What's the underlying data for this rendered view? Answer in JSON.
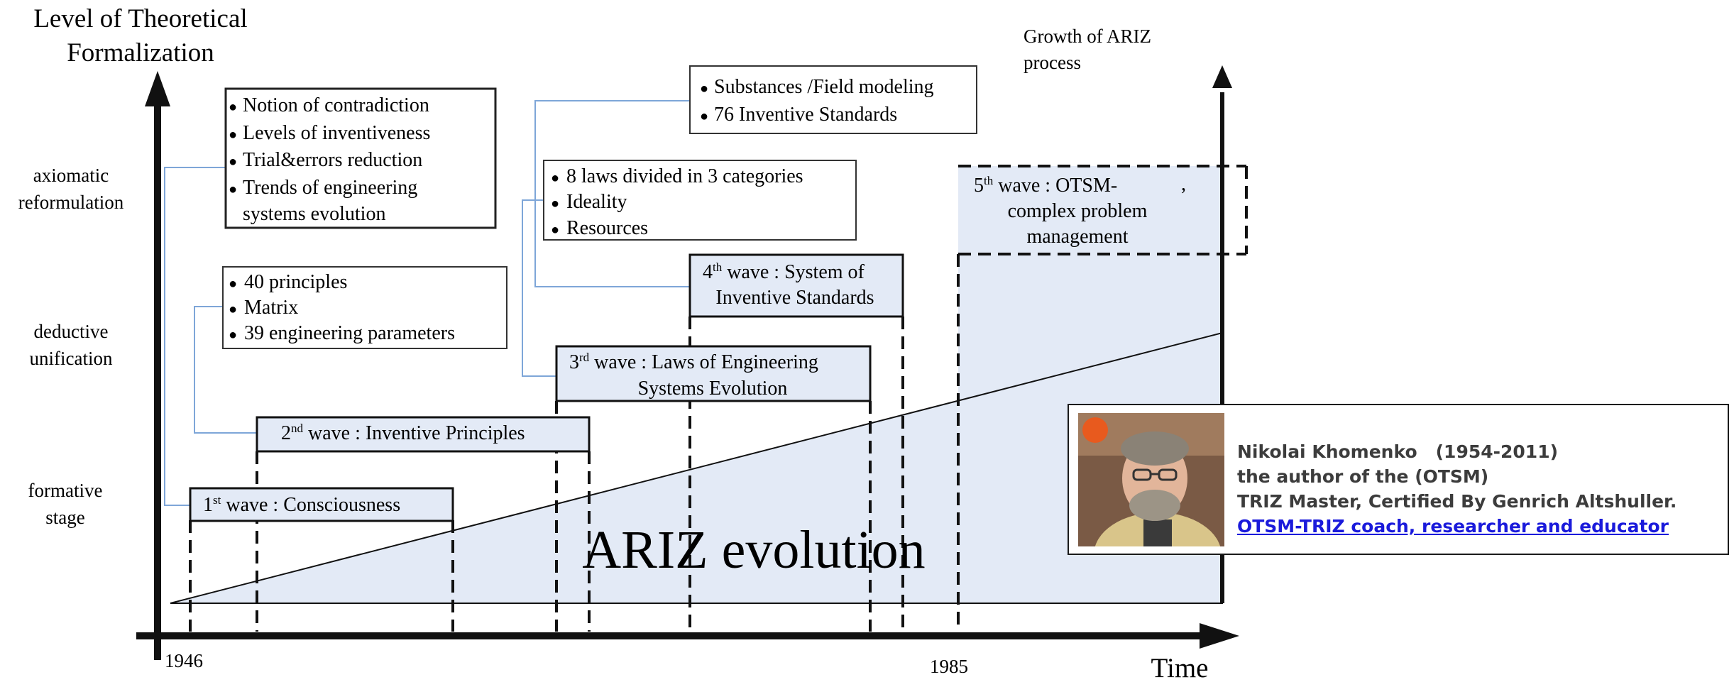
{
  "y_axis": {
    "title_line1": "Level of Theoretical",
    "title_line2": "Formalization"
  },
  "x_axis": {
    "title": "Time",
    "start_year": "1946",
    "mid_year": "1985"
  },
  "growth_label": {
    "line1": "Growth of ARIZ",
    "line2": "process"
  },
  "levels": [
    {
      "line1": "axiomatic",
      "line2": "reformulation"
    },
    {
      "line1": "deductive",
      "line2": "unification"
    },
    {
      "line1": "formative",
      "line2": "stage"
    }
  ],
  "concept_boxes": {
    "contradiction": [
      "Notion of contradiction",
      "Levels of inventiveness",
      "Trial&errors reduction",
      "Trends of engineering",
      "systems evolution"
    ],
    "principles": [
      "40 principles",
      "Matrix",
      "39 engineering parameters"
    ],
    "laws": [
      "8 laws divided in 3 categories",
      "Ideality",
      "Resources"
    ],
    "substances": [
      "Substances  /Field modeling",
      "76 Inventive Standards"
    ]
  },
  "waves": [
    {
      "ordinal": "1",
      "suffix": "st",
      "line1": " wave : Consciousness",
      "line2": ""
    },
    {
      "ordinal": "2",
      "suffix": "nd",
      "line1": " wave : Inventive Principles",
      "line2": ""
    },
    {
      "ordinal": "3",
      "suffix": "rd",
      "line1": " wave : Laws of Engineering",
      "line2": "Systems Evolution"
    },
    {
      "ordinal": "4",
      "suffix": "th",
      "line1": " wave : System of",
      "line2": "Inventive Standards"
    },
    {
      "ordinal": "5",
      "suffix": "th",
      "line1": " wave : OTSM-",
      "line2": "complex problem",
      "line3": "management",
      "trailing_mark": ","
    }
  ],
  "evolution_label": "ARIZ evolution",
  "profile": {
    "name": "Nikolai Khomenko",
    "years": "(1954-2011)",
    "line2": "the author of the (OTSM)",
    "line3": "TRIZ Master, Certified By Genrich Altshuller.",
    "link": "OTSM-TRIZ coach, researcher and educator"
  },
  "colors": {
    "axis": "#111111",
    "fill": "#e3eaf6",
    "connector": "#7ea6d8",
    "box_border": "#333333",
    "link": "#1a1adb"
  }
}
